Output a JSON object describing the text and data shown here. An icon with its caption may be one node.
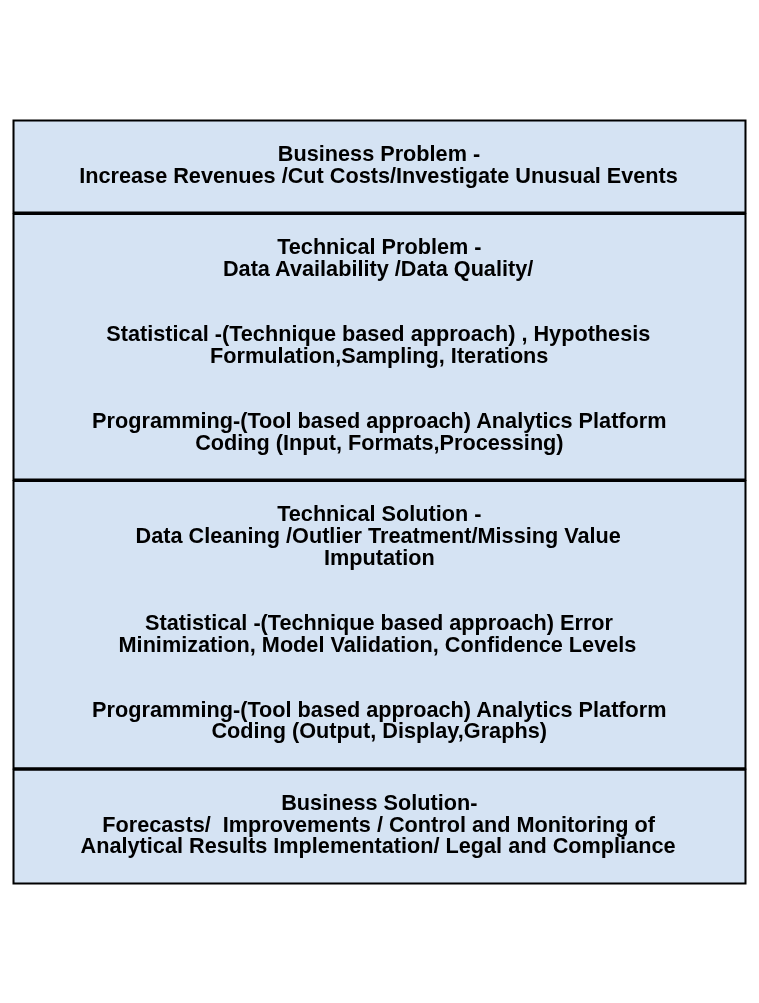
{
  "diagram": {
    "nodes": [
      {
        "text": [
          "Business Problem -",
          "Increase Revenues /Cut Costs/Investigate Unusual Events"
        ]
      },
      {
        "text": [
          "Technical Problem -",
          "Data Availability /Data Quality/",
          "Statistical -(Technique based approach) , Hypothesis Formulation,Sampling, Iterations",
          "Programming-(Tool based approach) Analytics Platform Coding (Input, Formats,Processing)"
        ]
      },
      {
        "text": [
          "Technical Solution -",
          "Data Cleaning /Outlier Treatment/Missing Value Imputation",
          "Statistical -(Technique based approach) Error Minimization, Model Validation, Confidence Levels",
          "Programming-(Tool based approach) Analytics Platform Coding (Output, Display,Graphs)"
        ]
      },
      {
        "text": [
          "Business Solution-",
          "Forecasts/  Improvements / Control and Monitoring of Analytical Results Implementation/ Legal and Compliance"
        ]
      }
    ],
    "edges": []
  }
}
